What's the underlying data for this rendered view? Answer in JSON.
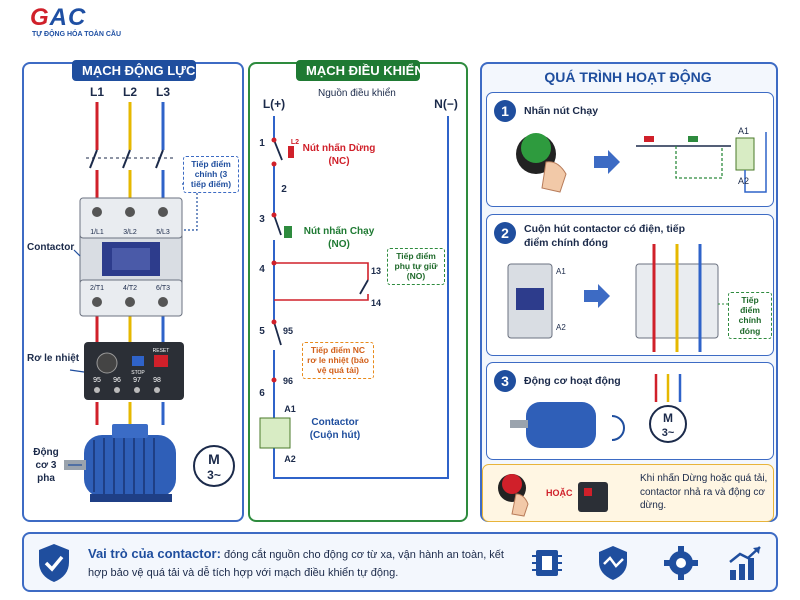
{
  "logo": {
    "word_left": "G",
    "word_right": "AC",
    "subtitle": "TỰ ĐỘNG HÓA TOÀN CẦU"
  },
  "power": {
    "title": "MẠCH ĐỘNG LỰC",
    "phases": [
      "L1",
      "L2",
      "L3"
    ],
    "main_contacts_callout": "Tiếp điểm chính (3 tiếp điểm)",
    "contactor_label": "Contactor",
    "relay_label": "Rơ le nhiệt",
    "motor_label": "Động cơ 3 pha",
    "motor_symbol_m": "M",
    "motor_symbol_sub": "3~",
    "top_terminals": [
      "1/L1",
      "3/L2",
      "5/L3"
    ],
    "bottom_terminals": [
      "2/T1",
      "4/T2",
      "6/T3"
    ],
    "relay_terminals": [
      "95",
      "96",
      "97",
      "98"
    ],
    "relay_buttons": [
      "STOP",
      "RESET"
    ]
  },
  "control": {
    "title": "MẠCH ĐIỀU KHIỂN",
    "source_label": "Nguồn điều khiển",
    "plus_label": "L(+)",
    "minus_label": "N(−)",
    "nodes": [
      "1",
      "2",
      "3",
      "4",
      "5",
      "6"
    ],
    "stop_button": "Nút nhấn Dừng (NC)",
    "stop_tag": "L2",
    "start_button": "Nút nhấn Chạy (NO)",
    "aux_contact_callout": "Tiếp điểm phụ tự giữ (NO)",
    "aux_terminals": [
      "13",
      "14"
    ],
    "relay_contact_callout": "Tiếp điểm NC rơ le nhiệt (bảo vệ quá tải)",
    "relay_terminals": [
      "95",
      "96"
    ],
    "coil_terminals": [
      "A1",
      "A2"
    ],
    "coil_label": "Contactor (Cuộn hút)"
  },
  "process": {
    "title": "QUÁ TRÌNH HOẠT ĐỘNG",
    "steps": [
      {
        "num": "1",
        "text": "Nhấn nút Chạy",
        "coil_terminals": [
          "A1",
          "A2"
        ]
      },
      {
        "num": "2",
        "text": "Cuộn hút contactor có điện, tiếp điểm chính đóng",
        "coil_terminals": [
          "A1",
          "A2"
        ],
        "callout": "Tiếp điểm chính đóng"
      },
      {
        "num": "3",
        "text": "Động cơ hoạt động",
        "motor_m": "M",
        "motor_sub": "3~"
      }
    ],
    "stop_note": {
      "or_label": "HOẶC",
      "text": "Khi nhấn Dừng hoặc quá tải, contactor nhả ra và động cơ dừng."
    }
  },
  "role": {
    "title": "Vai trò của contactor:",
    "text": "đóng cắt nguồn cho động cơ từ xa, vận hành an toàn, kết hợp bảo vệ quá tải và dễ tích hợp với mạch điều khiển tự động."
  },
  "colors": {
    "navy": "#1f4e9e",
    "green": "#1f7a33",
    "red": "#d0202a",
    "yellow": "#e6b800",
    "blue_wire": "#2f63c9",
    "orange": "#e88a1a"
  }
}
